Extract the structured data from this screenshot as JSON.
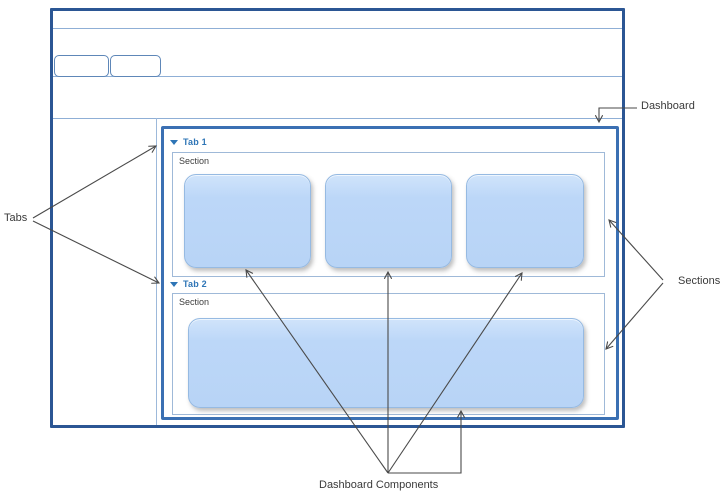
{
  "window": {
    "browser_tab_count": 2,
    "browser_tabs": [
      {
        "label": ""
      },
      {
        "label": ""
      }
    ]
  },
  "dashboard": {
    "tabs": [
      {
        "label": "Tab 1",
        "section_label": "Section",
        "component_count": 3
      },
      {
        "label": "Tab 2",
        "section_label": "Section",
        "component_count": 1
      }
    ]
  },
  "annotations": {
    "dashboard_label": "Dashboard",
    "tabs_label": "Tabs",
    "sections_label": "Sections",
    "components_label": "Dashboard Components"
  },
  "colors": {
    "window_border": "#2B5694",
    "panel_border": "#3B70B3",
    "grid_line": "#8FAFD6",
    "section_border": "#9FB9D8",
    "component_fill": "#BCD7F8",
    "component_border": "#96BAE2",
    "tab_text": "#2E75B6",
    "section_text": "#3D3D3D",
    "annotation_text": "#3A3A3A",
    "arrow": "#4A4A4A"
  }
}
